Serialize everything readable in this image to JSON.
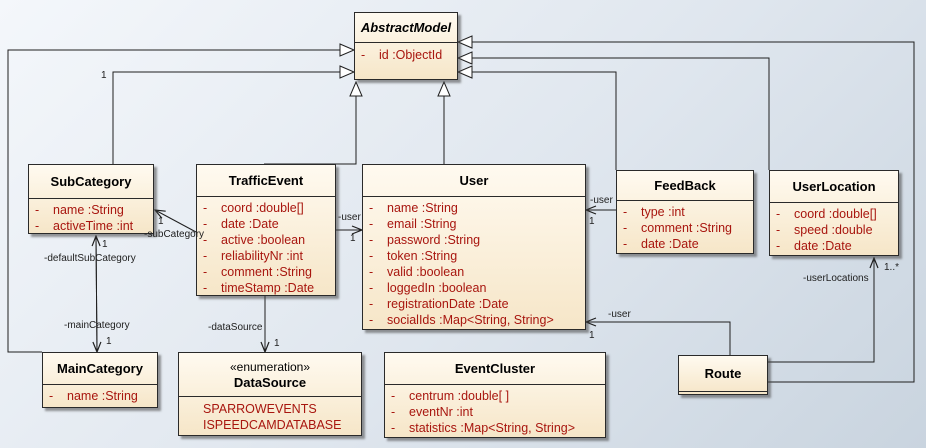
{
  "classes": {
    "abstract_model": {
      "name": "AbstractModel",
      "attributes": [
        "id  :ObjectId"
      ]
    },
    "sub_category": {
      "name": "SubCategory",
      "attributes": [
        "name  :String",
        "activeTime  :int"
      ]
    },
    "traffic_event": {
      "name": "TrafficEvent",
      "attributes": [
        "coord  :double[]",
        "date  :Date",
        "active  :boolean",
        "reliabilityNr  :int",
        "comment  :String",
        "timeStamp  :Date"
      ]
    },
    "user": {
      "name": "User",
      "attributes": [
        "name  :String",
        "email  :String",
        "password  :String",
        "token  :String",
        "valid  :boolean",
        "loggedIn  :boolean",
        "registrationDate  :Date",
        "socialIds  :Map<String, String>"
      ]
    },
    "feedback": {
      "name": "FeedBack",
      "attributes": [
        "type  :int",
        "comment  :String",
        "date  :Date"
      ]
    },
    "user_location": {
      "name": "UserLocation",
      "attributes": [
        "coord  :double[]",
        "speed  :double",
        "date  :Date"
      ]
    },
    "main_category": {
      "name": "MainCategory",
      "attributes": [
        "name  :String"
      ]
    },
    "data_source": {
      "stereotype": "«enumeration»",
      "name": "DataSource",
      "literals": [
        "SPARROWEVENTS",
        "ISPEEDCAMDATABASE"
      ]
    },
    "event_cluster": {
      "name": "EventCluster",
      "attributes": [
        "centrum  :double[ ]",
        "eventNr  :int",
        "statistics  :Map<String, String>"
      ]
    },
    "route": {
      "name": "Route"
    }
  },
  "labels": {
    "user_feedback_role": "-user",
    "user_feedback_mult": "1",
    "user_traffic_role": "-user",
    "user_traffic_mult": "1",
    "sub_category_role": "-subCategory",
    "sub_category_mult": "1",
    "default_sub_category_role": "-defaultSubCategory",
    "default_sub_category_mult": "1",
    "main_category_role": "-mainCategory",
    "main_category_mult": "1",
    "main_category_mult_top": "1",
    "data_source_role": "-dataSource",
    "data_source_mult": "1",
    "route_user_role": "-user",
    "route_user_mult": "1",
    "user_locations_role": "-userLocations",
    "user_locations_mult": "1..*"
  },
  "colors": {
    "attribute": "#a8160f",
    "box_fill": "#f6e6c8",
    "line": "#1f1f1f"
  }
}
